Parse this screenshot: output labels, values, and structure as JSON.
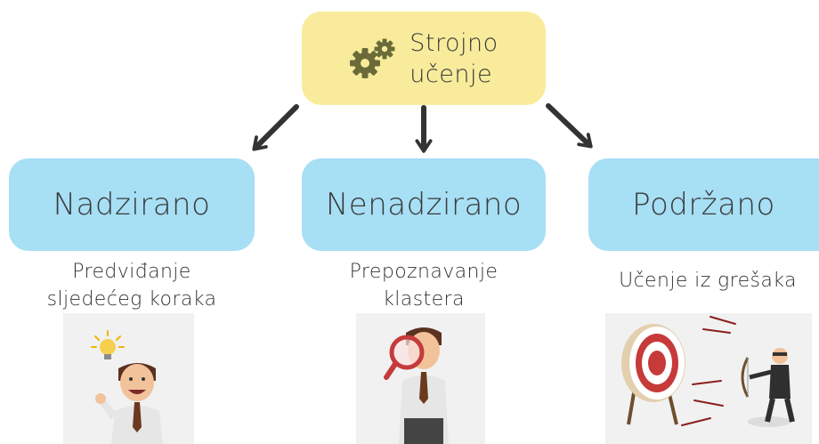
{
  "root": {
    "line1": "Strojno",
    "line2": "učenje",
    "icon": "gears-icon"
  },
  "categories": [
    {
      "label": "Nadzirano",
      "description": [
        "Predviđanje",
        "sljedećeg koraka"
      ],
      "illustration": "idea-businessman-illustration"
    },
    {
      "label": "Nenadzirano",
      "description": [
        "Prepoznavanje",
        "klastera"
      ],
      "illustration": "magnifier-businessman-illustration"
    },
    {
      "label": "Podržano",
      "description": [
        "Učenje iz grešaka"
      ],
      "illustration": "archery-target-illustration"
    }
  ],
  "colors": {
    "root": "#f8ec9c",
    "category": "#a7dff5",
    "arrow": "#333333",
    "text": "#3a3a3a"
  }
}
